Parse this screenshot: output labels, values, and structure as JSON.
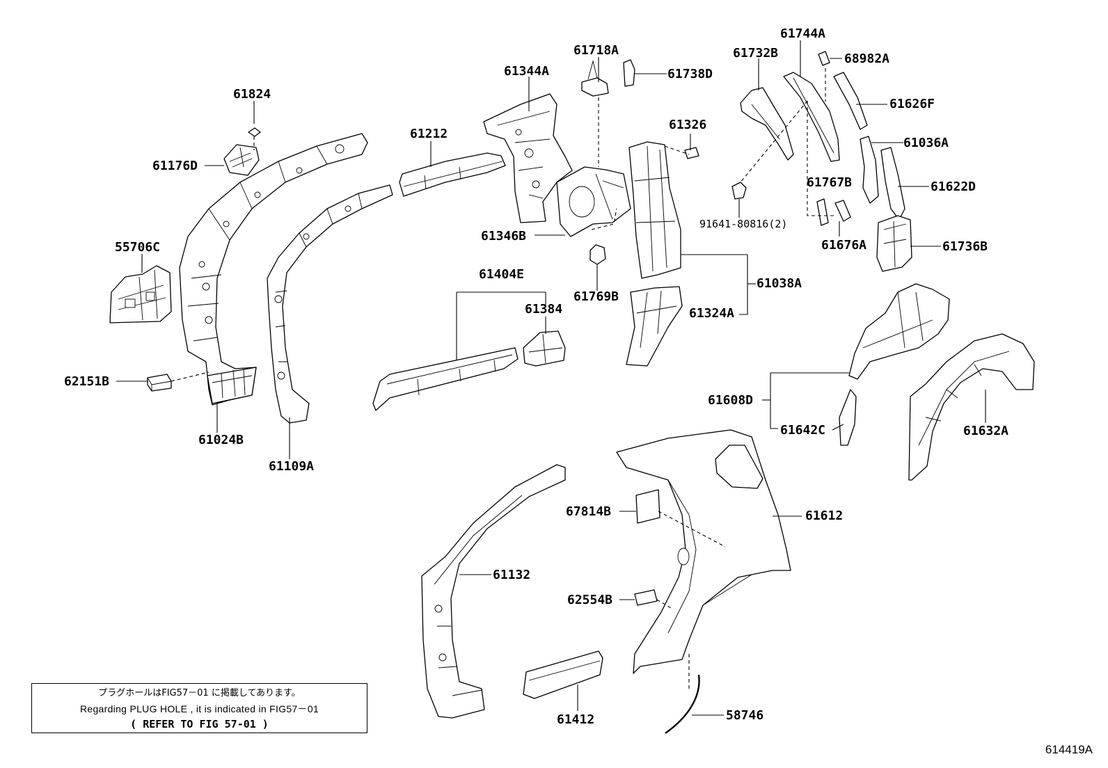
{
  "diagram": {
    "labels": {
      "p61744A": "61744A",
      "p61718A": "61718A",
      "p61732B": "61732B",
      "p68982A": "68982A",
      "p61738D": "61738D",
      "p61344A": "61344A",
      "p61824": "61824",
      "p61626F": "61626F",
      "p61326": "61326",
      "p61212": "61212",
      "p61036A": "61036A",
      "p61176D": "61176D",
      "p61767B": "61767B",
      "p61622D": "61622D",
      "p91641": "91641-80816(2)",
      "p61676A": "61676A",
      "p61346B": "61346B",
      "p55706C": "55706C",
      "p61736B": "61736B",
      "p61404E": "61404E",
      "p61038A": "61038A",
      "p61769B": "61769B",
      "p61384": "61384",
      "p61324A": "61324A",
      "p62151B": "62151B",
      "p61608D": "61608D",
      "p61024B": "61024B",
      "p61642C": "61642C",
      "p61632A": "61632A",
      "p61109A": "61109A",
      "p67814B": "67814B",
      "p61612": "61612",
      "p61132": "61132",
      "p62554B": "62554B",
      "p61412": "61412",
      "p58746": "58746"
    },
    "note": {
      "japanese": "プラグホールはFIG57－01 に掲載してあります。",
      "english": "Regarding PLUG HOLE , it is indicated in FIG57－01",
      "reference": "( REFER TO FIG 57-01 )"
    },
    "figure_id": "614419A"
  }
}
